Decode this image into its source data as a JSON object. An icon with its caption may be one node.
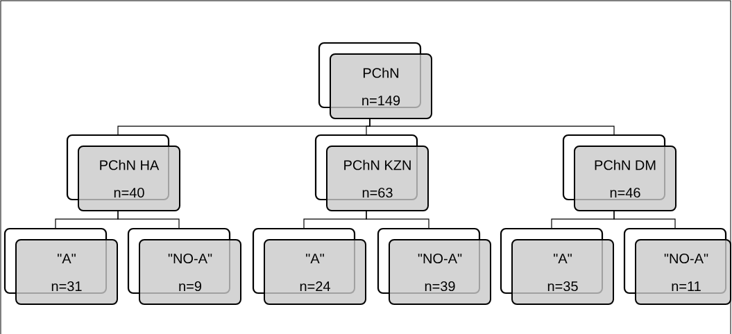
{
  "diagram": {
    "nodes": [
      {
        "text": [
          "PChN",
          "n=149"
        ]
      },
      {
        "text": [
          "PChN HA",
          "n=40"
        ]
      },
      {
        "text": [
          "PChN KZN",
          "n=63"
        ]
      },
      {
        "text": [
          "PChN DM",
          "n=46"
        ]
      },
      {
        "text": [
          "\"A\"",
          "n=31"
        ]
      },
      {
        "text": [
          "\"NO-A\"",
          "n=9"
        ]
      },
      {
        "text": [
          "\"A\"",
          "n=24"
        ]
      },
      {
        "text": [
          "\"NO-A\"",
          "n=39"
        ]
      },
      {
        "text": [
          "\"A\"",
          "n=35"
        ]
      },
      {
        "text": [
          "\"NO-A\"",
          "n=11"
        ]
      }
    ],
    "edges": [
      {
        "from": 0,
        "to": 1,
        "arrow": "none"
      },
      {
        "from": 0,
        "to": 2,
        "arrow": "none"
      },
      {
        "from": 0,
        "to": 3,
        "arrow": "none"
      },
      {
        "from": 1,
        "to": 4,
        "arrow": "none"
      },
      {
        "from": 1,
        "to": 5,
        "arrow": "none"
      },
      {
        "from": 2,
        "to": 6,
        "arrow": "none"
      },
      {
        "from": 2,
        "to": 7,
        "arrow": "none"
      },
      {
        "from": 3,
        "to": 8,
        "arrow": "none"
      },
      {
        "from": 3,
        "to": 9,
        "arrow": "none"
      }
    ]
  }
}
